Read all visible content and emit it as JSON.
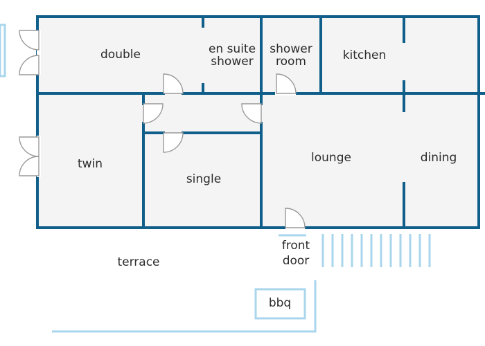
{
  "floorplan": {
    "rooms": {
      "double": "double",
      "en_suite_line1": "en suite",
      "en_suite_line2": "shower",
      "shower_line1": "shower",
      "shower_line2": "room",
      "kitchen": "kitchen",
      "twin": "twin",
      "single": "single",
      "lounge": "lounge",
      "dining": "dining",
      "front_door_line1": "front",
      "front_door_line2": "door",
      "terrace": "terrace",
      "bbq": "bbq"
    },
    "colors": {
      "wall": "#0f5f8a",
      "floor": "#f4f4f4",
      "outdoor": "#a9d6ec",
      "door": "#9a9a9a"
    }
  }
}
